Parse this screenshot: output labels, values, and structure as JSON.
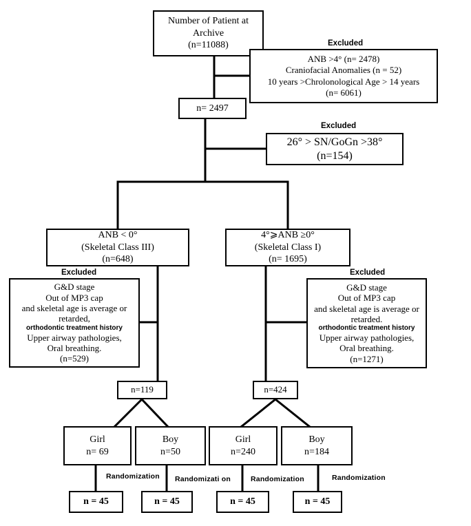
{
  "root": {
    "line1": "Number of Patient at",
    "line2": "Archive",
    "line3": "(n=11088)"
  },
  "exclusion1": {
    "heading": "Excluded",
    "line1": "ANB >4° (n= 2478)",
    "line2": "Craniofacial Anomalies (n = 52)",
    "line3": "10 years >Chrolonological Age > 14 years",
    "line4": "(n= 6061)"
  },
  "after_first_exclusion": {
    "label": "n= 2497"
  },
  "exclusion2": {
    "heading": "Excluded",
    "line1": "26° > SN/GoGn >38°",
    "line2": "(n=154)"
  },
  "class3": {
    "line1": "ANB < 0°",
    "line2": "(Skeletal Class III)",
    "line3": "(n=648)"
  },
  "class1": {
    "line1": "4°⩾ANB ≥0°",
    "line2": "(Skeletal Class I)",
    "line3": "(n= 1695)"
  },
  "exclusion_left": {
    "heading": "Excluded",
    "line1": "G&D stage",
    "line2": "Out of MP3 cap",
    "line3": "and skeletal age is average or",
    "line4": "retarded,",
    "line5": "orthodontic treatment history",
    "line6": "Upper airway pathologies,",
    "line7": "Oral breathing.",
    "line8": "(n=529)"
  },
  "exclusion_right": {
    "heading": "Excluded",
    "line1": "G&D stage",
    "line2": "Out of MP3 cap",
    "line3": "and skeletal age is average or",
    "line4": "retarded.",
    "line5": "orthodontic treatment history",
    "line6": "Upper airway pathologies,",
    "line7": "Oral breathing.",
    "line8": "(n=1271)"
  },
  "left_remaining": {
    "label": "n=119"
  },
  "right_remaining": {
    "label": "n=424"
  },
  "groups": [
    {
      "line1": "Girl",
      "line2": "n= 69"
    },
    {
      "line1": "Boy",
      "line2": "n=50"
    },
    {
      "line1": "Girl",
      "line2": "n=240"
    },
    {
      "line1": "Boy",
      "line2": "n=184"
    }
  ],
  "randomization_labels": [
    "Randomization",
    "Randomizati on",
    "Randomization",
    "Randomization"
  ],
  "final_groups": [
    "n = 45",
    "n = 45",
    "n = 45",
    "n = 45"
  ]
}
